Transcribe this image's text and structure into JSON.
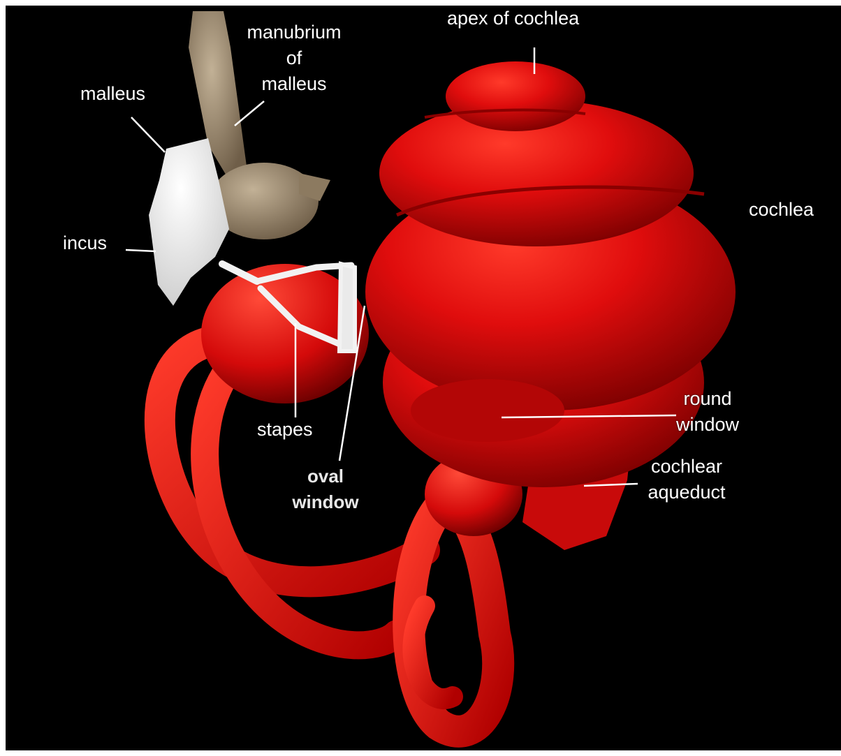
{
  "labels": {
    "manubrium": [
      "manubrium",
      "of",
      "malleus"
    ],
    "apex": "apex of cochlea",
    "malleus": "malleus",
    "cochlea": "cochlea",
    "incus": "incus",
    "round_window": [
      "round",
      "window"
    ],
    "stapes": "stapes",
    "cochlear_aqueduct": [
      "cochlear",
      "aqueduct"
    ],
    "oval_window": [
      "oval",
      "window"
    ]
  },
  "colors": {
    "background": "#000000",
    "cochlea_red": "#e00d0d",
    "ossicle_white": "#f2f2f2",
    "malleus_tan": "#9a8870",
    "label_text": "#ffffff"
  }
}
